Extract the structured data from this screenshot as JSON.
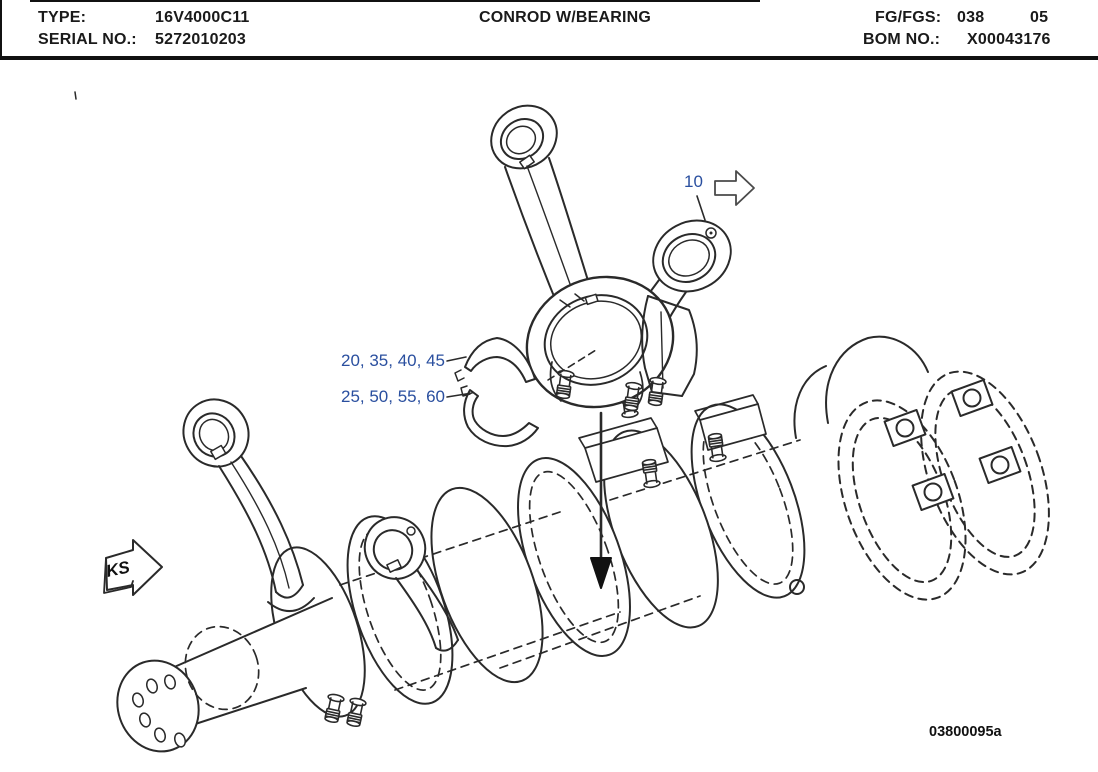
{
  "header": {
    "type_label": "TYPE:",
    "type_value": "16V4000C11",
    "serial_label": "SERIAL NO.:",
    "serial_value": "5272010203",
    "title": "CONROD W/BEARING",
    "fg_label": "FG/FGS:",
    "fg_group": "038",
    "fg_variant": "05",
    "bom_label": "BOM NO.:",
    "bom_value": "X00043176"
  },
  "diagram": {
    "callouts": {
      "conrod": "10",
      "bearing_upper": "20, 35, 40, 45",
      "bearing_lower": "25, 50, 55, 60"
    },
    "ks_marker": "KS",
    "drawing_number": "03800095a",
    "icons": {
      "page_forward": "outline-right-arrow",
      "ks_direction": "block-right-arrow",
      "assembly_direction": "filled-down-arrow"
    },
    "colors": {
      "callout": "#2a4f9f",
      "line_art": "#2a2a2a"
    }
  }
}
